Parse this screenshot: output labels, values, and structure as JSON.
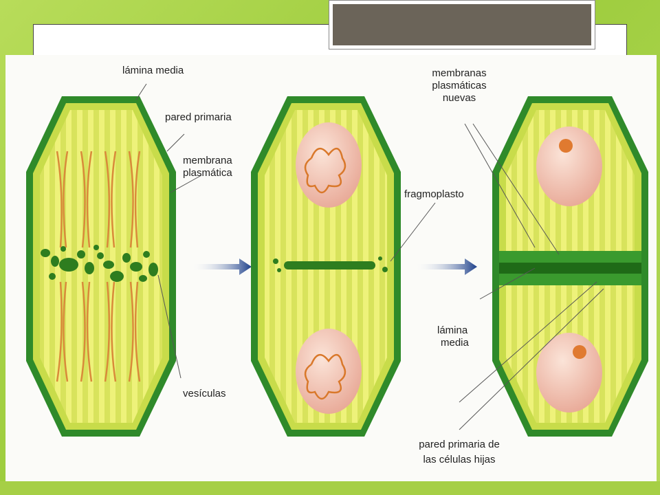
{
  "slide": {
    "title": ""
  },
  "labels": {
    "lamina_media": "lámina media",
    "pared_primaria": "pared primaria",
    "membrana": "membrana",
    "plasmatica": "plasmática",
    "vesiculas": "vesículas",
    "fragmoplasto": "fragmoplasto",
    "membranas": "membranas",
    "plasmaticas": "plasmáticas",
    "nuevas": "nuevas",
    "lamina": "lámina",
    "media": "media",
    "pared_primaria_de": "pared primaria de",
    "las_celulas_hijas": "las células hijas"
  },
  "colors": {
    "cell_wall": "#2f8a2a",
    "cytoplasm": "#eaf06a",
    "stripe": "#d6e25a",
    "nucleus": "#f3c8b5",
    "chromatin": "#d9782a",
    "spindle": "#d98a3a",
    "arrow": "#1c3f8a"
  }
}
